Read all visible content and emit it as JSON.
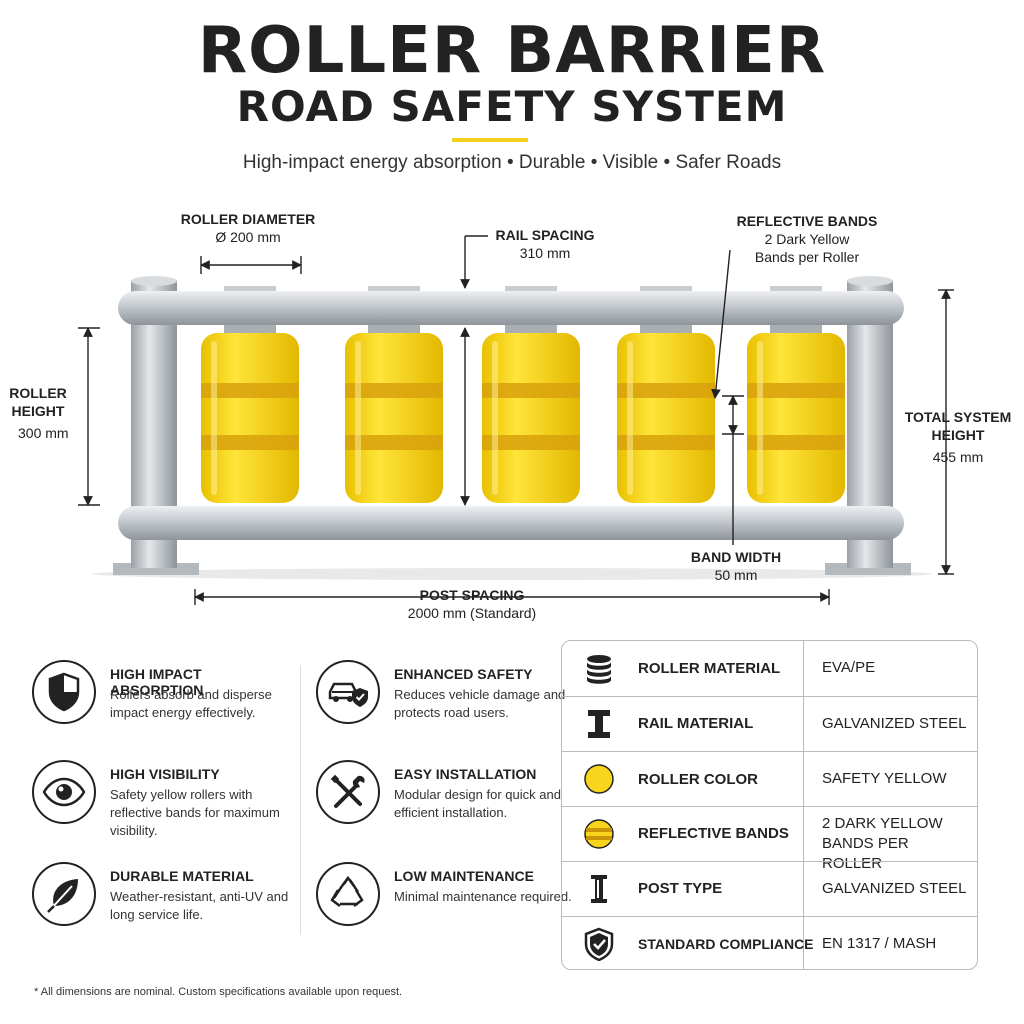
{
  "header": {
    "title_line1": "ROLLER BARRIER",
    "title_line2": "ROAD SAFETY SYSTEM",
    "tagline": "High-impact energy absorption • Durable • Visible • Safer Roads"
  },
  "colors": {
    "roller_yellow": "#f7d51d",
    "band_dark_yellow": "#d8a10c",
    "steel": "#b9bec4",
    "accent": "#f3cf1f"
  },
  "dimensions": {
    "roller_diameter": {
      "label": "ROLLER DIAMETER",
      "value": "Ø 200 mm"
    },
    "rail_spacing": {
      "label": "RAIL SPACING",
      "value": "310 mm"
    },
    "reflective_bands": {
      "label": "REFLECTIVE BANDS",
      "value": "2 Dark Yellow Bands per Roller"
    },
    "roller_height": {
      "label": "ROLLER HEIGHT",
      "value": "300 mm"
    },
    "total_height": {
      "label": "TOTAL SYSTEM HEIGHT",
      "value": "455 mm"
    },
    "band_width": {
      "label": "BAND WIDTH",
      "value": "50 mm"
    },
    "post_spacing": {
      "label": "POST SPACING",
      "value": "2000 mm (Standard)"
    }
  },
  "features": [
    {
      "icon": "shield-icon",
      "title": "HIGH IMPACT ABSORPTION",
      "desc": "Rollers absorb and disperse impact energy effectively."
    },
    {
      "icon": "car-shield-icon",
      "title": "ENHANCED SAFETY",
      "desc": "Reduces vehicle damage and protects road users."
    },
    {
      "icon": "eye-icon",
      "title": "HIGH VISIBILITY",
      "desc": "Safety yellow rollers with reflective bands for maximum visibility."
    },
    {
      "icon": "tools-icon",
      "title": "EASY INSTALLATION",
      "desc": "Modular design for quick and efficient installation."
    },
    {
      "icon": "leaf-icon",
      "title": "DURABLE MATERIAL",
      "desc": "Weather-resistant, anti-UV and long service life."
    },
    {
      "icon": "recycle-icon",
      "title": "LOW MAINTENANCE",
      "desc": "Minimal maintenance required."
    }
  ],
  "specs": [
    {
      "icon": "stack-icon",
      "key": "ROLLER MATERIAL",
      "value": "EVA/PE"
    },
    {
      "icon": "i-beam-icon",
      "key": "RAIL MATERIAL",
      "value": "GALVANIZED STEEL"
    },
    {
      "icon": "yellow-circle-icon",
      "key": "ROLLER COLOR",
      "value": "SAFETY YELLOW"
    },
    {
      "icon": "banded-circle-icon",
      "key": "REFLECTIVE BANDS",
      "value": "2 DARK YELLOW BANDS PER ROLLER"
    },
    {
      "icon": "post-icon",
      "key": "POST TYPE",
      "value": "GALVANIZED STEEL"
    },
    {
      "icon": "check-shield-icon",
      "key": "STANDARD COMPLIANCE",
      "value": "EN 1317 / MASH"
    }
  ],
  "footnote": "* All dimensions are nominal. Custom specifications available upon request."
}
